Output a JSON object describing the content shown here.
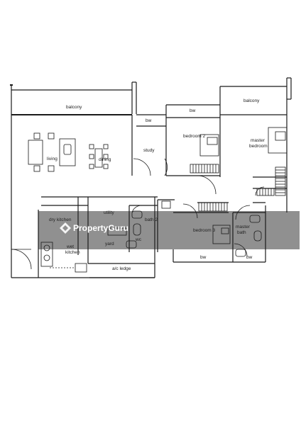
{
  "rooms": {
    "balcony_living": "balcony",
    "balcony_master": "balcony",
    "living": "living",
    "dining": "dining",
    "study": "study",
    "bw_study": "bw",
    "bw_bed2": "bw",
    "bedroom2": "bedroom 2",
    "master_bedroom_line1": "master",
    "master_bedroom_line2": "bedroom",
    "dry_kitchen": "dry kitchen",
    "wet_kitchen_line1": "wet",
    "wet_kitchen_line2": "kitchen",
    "utility": "utility",
    "yard": "yard",
    "wc": "wc",
    "bath2": "bath 2",
    "bedroom3": "bedroom 3",
    "master_bath_line1": "master",
    "master_bath_line2": "bath",
    "ac_ledge": "a/c ledge",
    "bw_bed3": "bw",
    "bw_master_bath": "bw"
  },
  "watermark": {
    "text": "PropertyGuru"
  },
  "colors": {
    "wall": "#1a1a1a",
    "shade": "#6b6b6b",
    "watermark": "#ffffff"
  }
}
